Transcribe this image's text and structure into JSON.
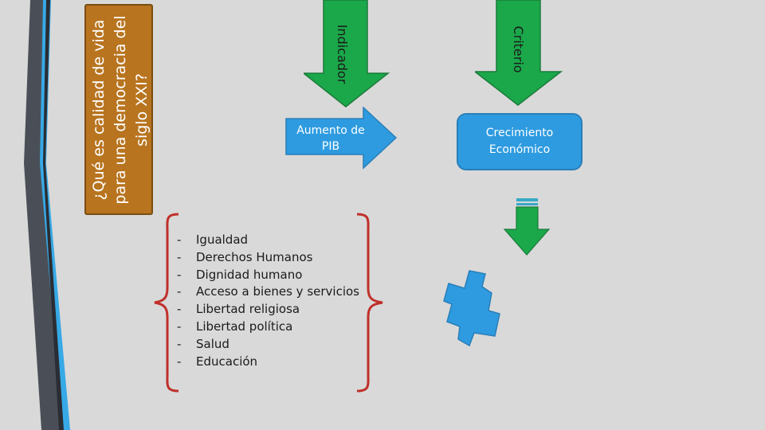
{
  "title": "¿Qué es calidad de vida para una democracia del siglo XXI?",
  "arrows": {
    "indicador_label": "Indicador",
    "criterio_label": "Criterio"
  },
  "pib_label": "Aumento de PIB",
  "crecimiento_label": "Crecimiento Económico",
  "list_items": [
    "Igualdad",
    "Derechos Humanos",
    "Dignidad humano",
    "Acceso a bienes y servicios",
    "Libertad religiosa",
    "Libertad política",
    "Salud",
    "Educación"
  ],
  "list_marker": "-",
  "colors": {
    "background": "#d9d9d9",
    "title_box": "#b8741f",
    "green_arrow": "#1aa84a",
    "blue_shape": "#2e9be0",
    "brace": "#c0302a",
    "left_stripe_dark": "#4a4f57",
    "left_stripe_blue": "#37a9e6"
  }
}
